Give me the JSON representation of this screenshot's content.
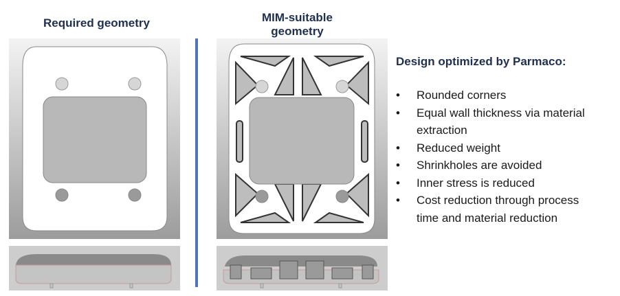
{
  "left": {
    "title": "Required geometry"
  },
  "middle": {
    "title_line1": "MIM-suitable",
    "title_line2": "geometry"
  },
  "right": {
    "heading": "Design optimized by Parmaco:",
    "bullet_glyph": "•",
    "items": [
      {
        "line1": "Rounded corners",
        "line2": ""
      },
      {
        "line1": "Equal wall thickness via material",
        "line2": "extraction"
      },
      {
        "line1": "Reduced weight",
        "line2": ""
      },
      {
        "line1": "Shrinkholes are avoided",
        "line2": ""
      },
      {
        "line1": "Inner stress is reduced",
        "line2": ""
      },
      {
        "line1": "Cost reduction through process",
        "line2": "time and material reduction"
      }
    ]
  },
  "colors": {
    "title": "#1f2f4f",
    "divider": "#4f74b7"
  }
}
